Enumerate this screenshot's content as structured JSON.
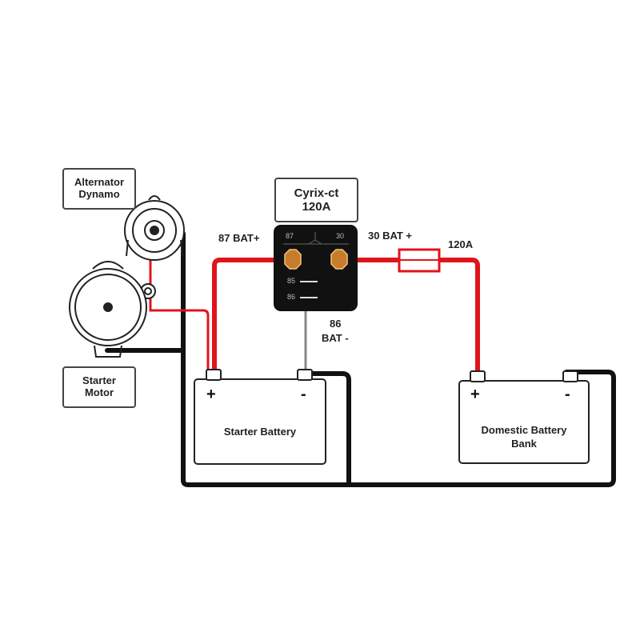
{
  "labels": {
    "alternator_line1": "Alternator",
    "alternator_line2": "Dynamo",
    "starter_motor_line1": "Starter",
    "starter_motor_line2": "Motor",
    "relay_name_line1": "Cyrix-ct",
    "relay_name_line2": "120A",
    "terminal_87_label": "87 BAT+",
    "terminal_30_label": "30 BAT +",
    "fuse_rating": "120A",
    "terminal_86_number": "86",
    "terminal_86_label": "BAT -"
  },
  "relay": {
    "pin_87": "87",
    "pin_30": "30",
    "pin_85": "85",
    "pin_86": "86"
  },
  "starter_battery": {
    "name": "Starter Battery",
    "plus": "+",
    "minus": "-"
  },
  "domestic_battery": {
    "name_line1": "Domestic Battery",
    "name_line2": "Bank",
    "plus": "+",
    "minus": "-"
  },
  "colors": {
    "positive_cable": "#e0141b",
    "negative_cable": "#111111",
    "sense_wire": "#888888",
    "relay_body": "#111111"
  }
}
